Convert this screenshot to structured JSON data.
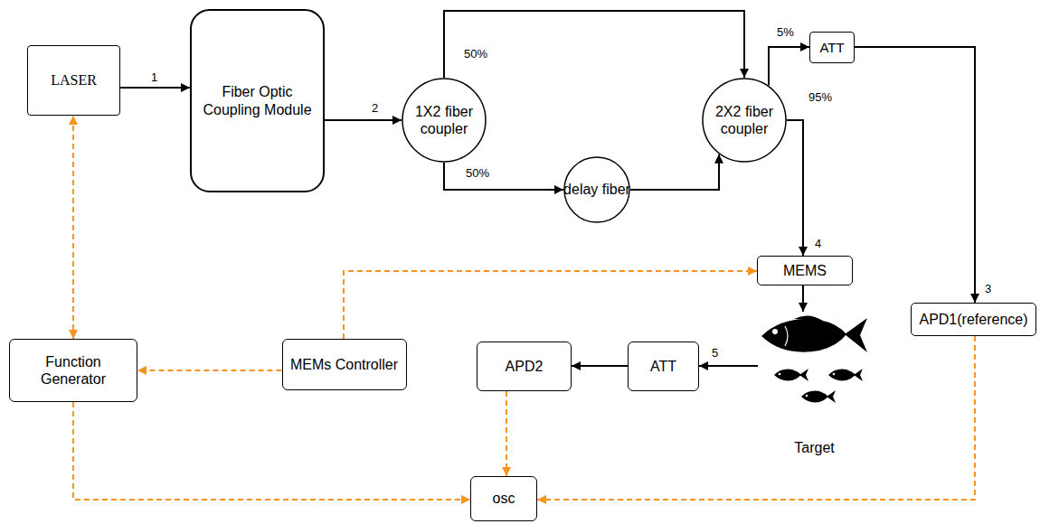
{
  "diagram": {
    "nodes": [
      {
        "text": [
          "LASER"
        ]
      },
      {
        "text": [
          "Fiber Optic Coupling Module"
        ]
      },
      {
        "text": [
          "1X2 fiber coupler"
        ]
      },
      {
        "text": [
          "2X2 fiber coupler"
        ]
      },
      {
        "text": [
          "delay fiber"
        ]
      },
      {
        "text": [
          "ATT"
        ]
      },
      {
        "text": [
          "MEMS"
        ]
      },
      {
        "text": [
          "APD1(reference)"
        ]
      },
      {
        "text": [
          "Function Generator"
        ]
      },
      {
        "text": [
          "MEMs Controller"
        ]
      },
      {
        "text": [
          "Target"
        ]
      },
      {
        "text": [
          "APD2"
        ]
      },
      {
        "text": [
          "ATT"
        ]
      },
      {
        "text": [
          "osc"
        ]
      }
    ],
    "edges": [
      {
        "from": 0,
        "to": 1,
        "arrow": "to"
      },
      {
        "from": 1,
        "to": 2,
        "arrow": "to"
      },
      {
        "from": 2,
        "to": 3,
        "arrow": "to"
      },
      {
        "from": 2,
        "to": 4,
        "arrow": "to"
      },
      {
        "from": 4,
        "to": 3,
        "arrow": "to"
      },
      {
        "from": 3,
        "to": 5,
        "arrow": "to"
      },
      {
        "from": 5,
        "to": 7,
        "arrow": "to"
      },
      {
        "from": 3,
        "to": 6,
        "arrow": "to"
      },
      {
        "from": 6,
        "to": 10,
        "arrow": "to"
      },
      {
        "from": 10,
        "to": 12,
        "arrow": "to"
      },
      {
        "from": 12,
        "to": 11,
        "arrow": "to"
      },
      {
        "from": 8,
        "to": 0,
        "arrow": "both"
      },
      {
        "from": 9,
        "to": 6,
        "arrow": "to"
      },
      {
        "from": 9,
        "to": 8,
        "arrow": "to"
      },
      {
        "from": 8,
        "to": 13,
        "arrow": "to"
      },
      {
        "from": 11,
        "to": 13,
        "arrow": "to"
      },
      {
        "from": 7,
        "to": 13,
        "arrow": "to"
      }
    ],
    "labels": [
      "1",
      "2",
      "50%",
      "50%",
      "5%",
      "95%",
      "4",
      "3",
      "5"
    ]
  }
}
